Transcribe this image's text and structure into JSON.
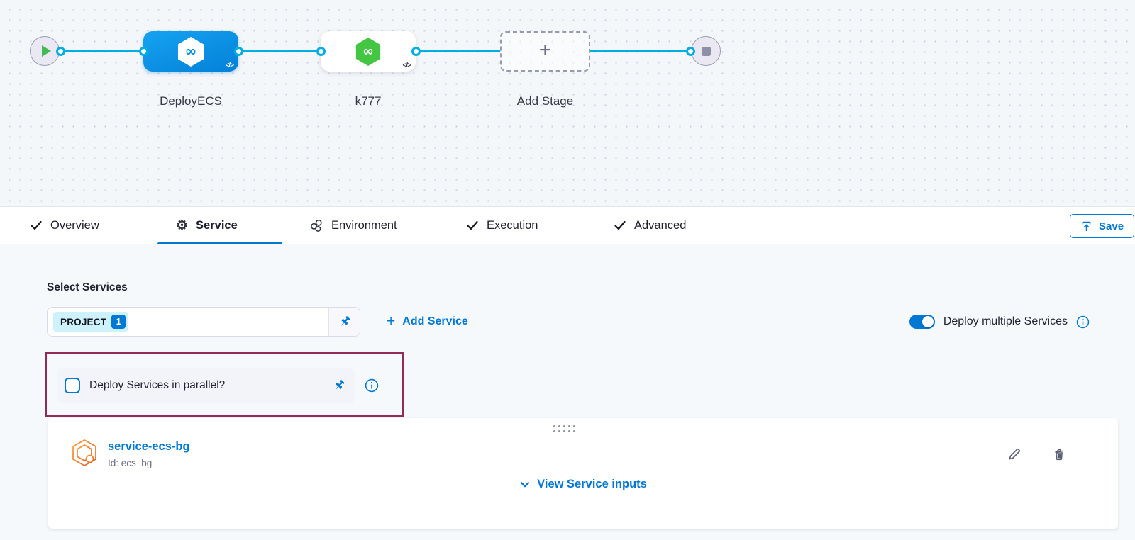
{
  "pipeline": {
    "logo_glyph": "∞",
    "code_glyph": "</>",
    "add_stage_plus": "+",
    "stages": [
      {
        "label": "DeployECS"
      },
      {
        "label": "k777"
      },
      {
        "label": "Add Stage"
      }
    ]
  },
  "tabs": {
    "items": [
      {
        "label": "Overview"
      },
      {
        "label": "Service"
      },
      {
        "label": "Environment"
      },
      {
        "label": "Execution"
      },
      {
        "label": "Advanced"
      }
    ],
    "save_label": "Save"
  },
  "services": {
    "select_label": "Select Services",
    "chip_text": "PROJECT",
    "chip_count": "1",
    "add_plus": "+",
    "add_label": "Add Service",
    "multi_toggle_label": "Deploy multiple Services",
    "parallel_label": "Deploy Services in parallel?"
  },
  "service_card": {
    "name": "service-ecs-bg",
    "id_text": "Id: ecs_bg",
    "view_inputs_label": "View Service inputs"
  },
  "colors": {
    "accent_blue": "#0278d5",
    "edge_cyan": "#00ade4",
    "node_blue": "#0592e5",
    "logo_green": "#43c642",
    "service_orange": "#f07c22",
    "highlight_maroon": "#922b55",
    "canvas_bg": "#f4f7fa"
  }
}
